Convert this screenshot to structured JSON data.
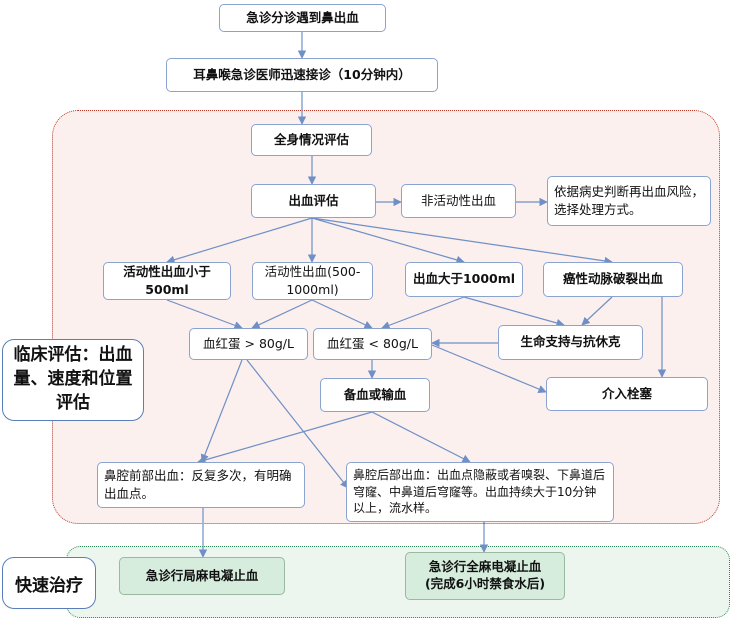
{
  "regions": {
    "clinical_label": "临床评估：出血量、速度和位置评估",
    "treatment_label": "快速治疗"
  },
  "nodes": {
    "triage": "急诊分诊遇到鼻出血",
    "ent_consult": "耳鼻喉急诊医师迅速接诊（10分钟内）",
    "general_assessment": "全身情况评估",
    "bleeding_assessment": "出血评估",
    "inactive_bleeding": "非活动性出血",
    "history_decision": "依据病史判断再出血风险，选择处理方式。",
    "active_lt500": "活动性出血小于500ml",
    "active_500_1000": "活动性出血(500-1000ml)",
    "over_1000": "出血大于1000ml",
    "pseudoaneurysm": "癌性动脉破裂出血",
    "hb_gt80": "血红蛋 > 80g/L",
    "hb_lt80": "血红蛋 < 80g/L",
    "life_support": "生命支持与抗休克",
    "blood_prep": "备血或输血",
    "embolization": "介入栓塞",
    "anterior": "鼻腔前部出血：反复多次，有明确出血点。",
    "posterior": "鼻腔后部出血：出血点隐蔽或者嗅裂、下鼻道后穹窿、中鼻道后穹窿等。出血持续大于10分钟以上，流水样。",
    "local_cautery": "急诊行局麻电凝止血",
    "general_cautery": "急诊行全麻电凝止血\n(完成6小时禁食水后)"
  },
  "colors": {
    "edge": "#6f8fc7",
    "node_border": "#8aa4cf",
    "clinical_border": "#c0392b",
    "treatment_border": "#2e8b57",
    "treatment_fill": "#d6ecdc"
  }
}
